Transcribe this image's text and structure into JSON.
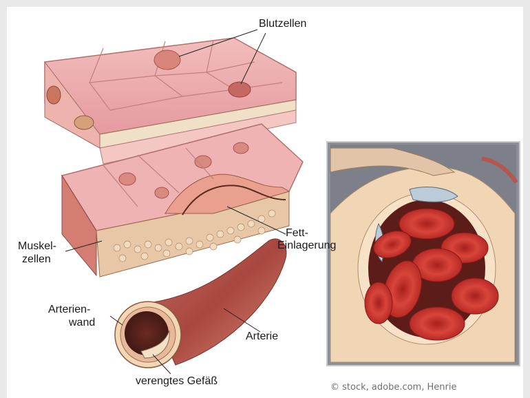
{
  "labels": {
    "blutzellen": "Blutzellen",
    "fett_line1": "Fett-",
    "fett_line2": "Einlagerung",
    "muskel_line1": "Muskel-",
    "muskel_line2": "zellen",
    "arterienwand_line1": "Arterien-",
    "arterienwand_line2": "wand",
    "arterie": "Arterie",
    "verengtes": "verengtes Gefäß"
  },
  "credit": "© stock, adobe.com, Henrie",
  "colors": {
    "background": "#e9e9e9",
    "tissue_pink": "#eaa0a6",
    "tissue_light": "#f5c9c6",
    "artery_red": "#b0564e",
    "blood_red": "#c7302b",
    "fat_yellow": "#d7a78a",
    "plaque_blue": "#b9c8d6"
  }
}
